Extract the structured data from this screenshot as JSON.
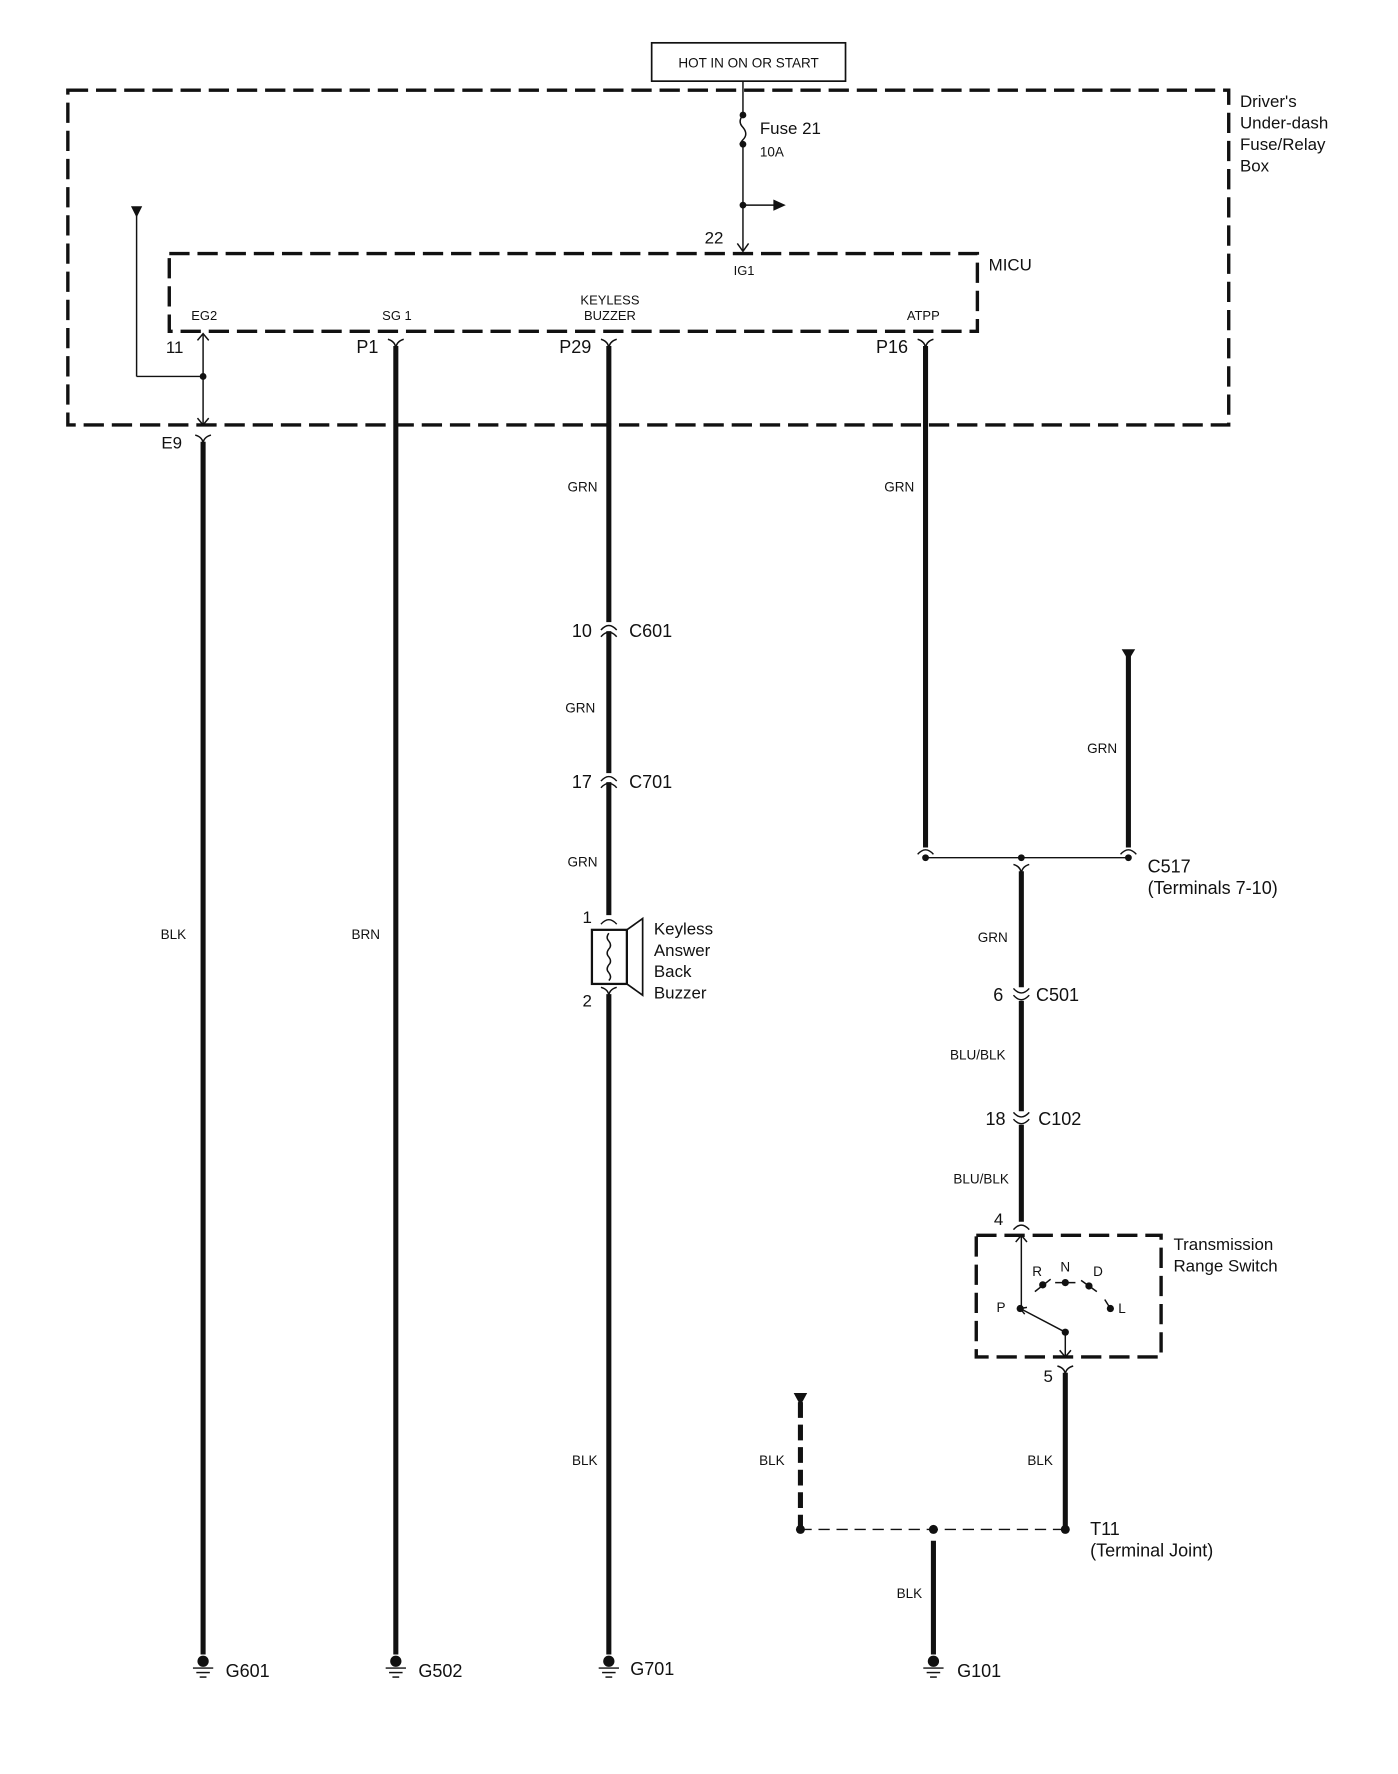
{
  "diagram": {
    "power_source": "HOT IN ON OR START",
    "fuse_box": {
      "label_lines": [
        "Driver's",
        "Under-dash",
        "Fuse/Relay",
        "Box"
      ],
      "fuse_name": "Fuse 21",
      "fuse_rating": "10A",
      "output_pin": "22",
      "e9_connector": "E9",
      "eg_pin": "11"
    },
    "micu": {
      "label": "MICU",
      "ig1_label": "IG1",
      "terminals": [
        {
          "name": "EG2",
          "pin": "11"
        },
        {
          "name": "SG 1",
          "pin": "P1"
        },
        {
          "name_lines": [
            "KEYLESS",
            "BUZZER"
          ],
          "pin": "P29"
        },
        {
          "name": "ATPP",
          "pin": "P16"
        }
      ]
    },
    "circuits": {
      "eg2": {
        "wire_color": "BLK",
        "ground": "G601"
      },
      "sg1": {
        "wire_color": "BRN",
        "ground": "G502"
      },
      "buzzer": {
        "wire_color_1": "GRN",
        "connector_1": {
          "pin": "10",
          "name": "C601"
        },
        "wire_color_2": "GRN",
        "connector_2": {
          "pin": "17",
          "name": "C701"
        },
        "wire_color_3": "GRN",
        "component": {
          "pin_in": "1",
          "pin_out": "2",
          "label_lines": [
            "Keyless",
            "Answer",
            "Back",
            "Buzzer"
          ]
        },
        "wire_color_4": "BLK",
        "ground": "G701"
      },
      "atpp": {
        "wire_color_1": "GRN",
        "branch_wire_color": "GRN",
        "junction": {
          "name": "C517",
          "detail": "(Terminals 7-10)"
        },
        "wire_color_2": "GRN",
        "connector_1": {
          "pin": "6",
          "name": "C501"
        },
        "wire_color_3": "BLU/BLK",
        "connector_2": {
          "pin": "18",
          "name": "C102"
        },
        "wire_color_4": "BLU/BLK",
        "switch": {
          "pin_in": "4",
          "pin_out": "5",
          "label_lines": [
            "Transmission",
            "Range Switch"
          ],
          "positions": [
            "P",
            "R",
            "N",
            "D",
            "L"
          ]
        },
        "wire_color_5": "BLK"
      },
      "terminal_joint": {
        "name": "T11",
        "detail": "(Terminal Joint)",
        "left_wire_color": "BLK",
        "down_wire_color": "BLK",
        "ground": "G101"
      }
    }
  }
}
